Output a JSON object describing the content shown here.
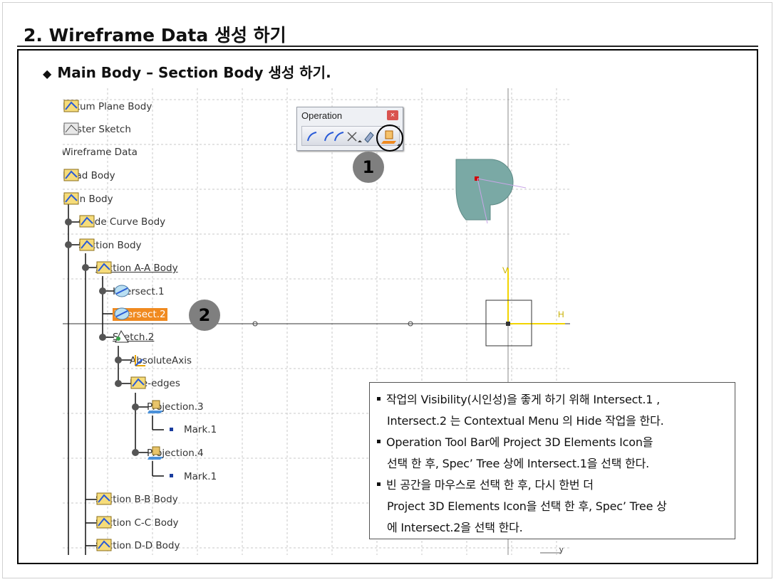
{
  "page_title": "2. Wireframe Data 생성 하기",
  "subtitle": "Main Body – Section Body 생성 하기.",
  "tree": [
    {
      "label": "Datum Plane Body",
      "icon": "body-icon",
      "underline": false,
      "selected": false
    },
    {
      "label": "Master Sketch",
      "icon": "sketch-body-icon",
      "underline": false,
      "selected": false
    },
    {
      "label": "Wireframe Data",
      "icon": "none",
      "underline": false,
      "selected": false
    },
    {
      "label": "Head Body",
      "icon": "body-icon",
      "underline": false,
      "selected": false
    },
    {
      "label": "Main Body",
      "icon": "body-icon",
      "underline": false,
      "selected": false
    },
    {
      "label": "Guide Curve Body",
      "icon": "body-icon",
      "underline": false,
      "selected": false
    },
    {
      "label": "Section Body",
      "icon": "body-icon",
      "underline": false,
      "selected": false
    },
    {
      "label": "Section A-A Body",
      "icon": "body-icon",
      "underline": true,
      "selected": false
    },
    {
      "label": "Intersect.1",
      "icon": "intersect-icon",
      "underline": false,
      "selected": false
    },
    {
      "label": "Intersect.2",
      "icon": "intersect-icon",
      "underline": false,
      "selected": true
    },
    {
      "label": "Sketch.2",
      "icon": "sketch-icon",
      "underline": true,
      "selected": false
    },
    {
      "label": "AbsoluteAxis",
      "icon": "axis-icon",
      "underline": false,
      "selected": false
    },
    {
      "label": "Use-edges",
      "icon": "body-icon",
      "underline": false,
      "selected": false
    },
    {
      "label": "Projection.3",
      "icon": "projection-icon",
      "underline": false,
      "selected": false
    },
    {
      "label": "Mark.1",
      "icon": "mark-icon",
      "underline": false,
      "selected": false
    },
    {
      "label": "Projection.4",
      "icon": "projection-icon",
      "underline": false,
      "selected": false
    },
    {
      "label": "Mark.1",
      "icon": "mark-icon",
      "underline": false,
      "selected": false
    },
    {
      "label": "Section B-B Body",
      "icon": "body-icon",
      "underline": false,
      "selected": false
    },
    {
      "label": "Section C-C Body",
      "icon": "body-icon",
      "underline": false,
      "selected": false
    },
    {
      "label": "Section D-D Body",
      "icon": "body-icon",
      "underline": false,
      "selected": false
    }
  ],
  "toolbar": {
    "title": "Operation",
    "close": "×"
  },
  "steps": {
    "one": "1",
    "two": "2"
  },
  "axis_labels": {
    "v": "V",
    "h": "H",
    "y": "y"
  },
  "notes": [
    {
      "text": "작업의 Visibility(시인성)을 좋게 하기 위해 Intersect.1 ,",
      "bullet": true
    },
    {
      "text": "Intersect.2 는 Contextual Menu 의 Hide 작업을 한다.",
      "bullet": false
    },
    {
      "text": "Operation Tool Bar에 Project 3D Elements Icon을",
      "bullet": true
    },
    {
      "text": "선택 한 후, Spec’ Tree 상에 Intersect.1을 선택 한다.",
      "bullet": false
    },
    {
      "text": "빈 공간을 마우스로 선택 한 후, 다시 한번 더",
      "bullet": true
    },
    {
      "text": "Project 3D Elements Icon을 선택 한 후, Spec’ Tree 상",
      "bullet": false
    },
    {
      "text": "에 Intersect.2을 선택 한다.",
      "bullet": false
    }
  ],
  "colors": {
    "selected": "#f08a20",
    "accent_yellow": "#f2d400",
    "shape_fill": "#7aa9a5"
  }
}
